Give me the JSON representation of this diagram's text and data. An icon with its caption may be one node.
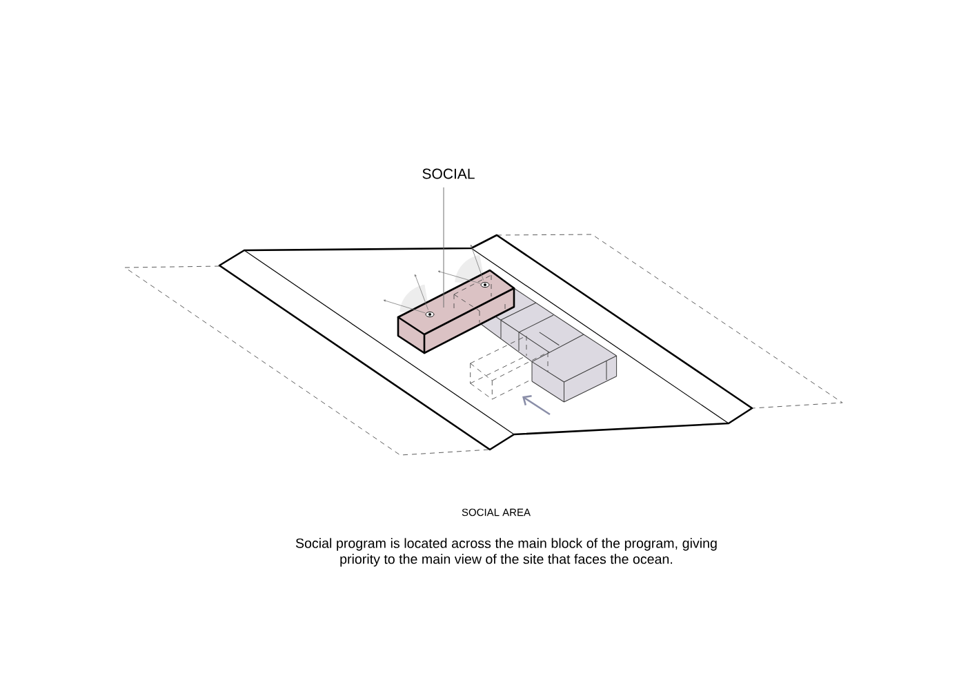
{
  "diagram": {
    "title": "SOCIAL AREA",
    "caption": "Social program is located across the main block of the program, giving priority to the main view of the site that faces the ocean.",
    "nodes": [
      {
        "text": [
          "SOCIAL"
        ]
      },
      {
        "text": [],
        "shape": "box"
      }
    ],
    "edges": [
      {
        "from": 0,
        "to": 1,
        "arrow": "none"
      }
    ]
  }
}
